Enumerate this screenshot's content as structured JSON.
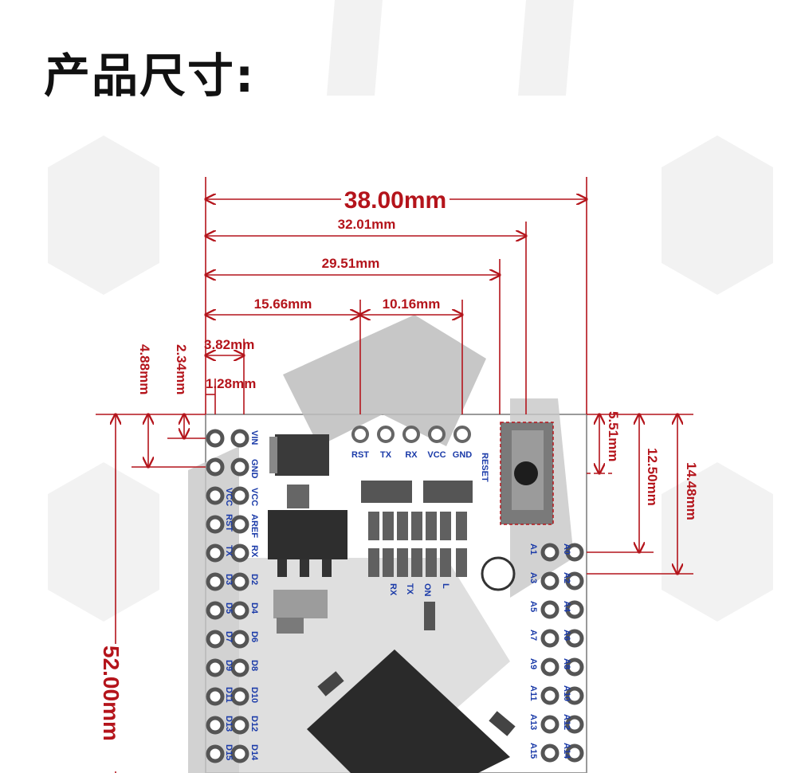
{
  "title": "产品尺寸:",
  "colors": {
    "dimension": "#b4141b",
    "pin_label": "#1a3aa8",
    "board_bg": "#ffffff",
    "chip": "#2a2a2a",
    "watermark": "#f0f0f0"
  },
  "dimensions": {
    "total_width": "38.00mm",
    "hole_span": "32.01mm",
    "reset_pos": "29.51mm",
    "header_left": "15.66mm",
    "header_span": "10.16mm",
    "pin_offset": "3.82mm",
    "hole_offset": "1.28mm",
    "left_v1": "4.88mm",
    "left_v2": "2.34mm",
    "right_v1": "5.51mm",
    "right_v2": "12.50mm",
    "right_v3": "14.48mm",
    "total_height": "52.00mm"
  },
  "top_header": [
    "RST",
    "TX",
    "RX",
    "VCC",
    "GND"
  ],
  "reset_label": "RESET",
  "left_pins": [
    [
      "VIN",
      ""
    ],
    [
      "GND",
      ""
    ],
    [
      "VCC",
      "VCC"
    ],
    [
      "AREF",
      "RST"
    ],
    [
      "RX",
      "TX"
    ],
    [
      "D2",
      "D3"
    ],
    [
      "D4",
      "D5"
    ],
    [
      "D6",
      "D7"
    ],
    [
      "D8",
      "D9"
    ],
    [
      "D10",
      "D11"
    ],
    [
      "D12",
      "D13"
    ],
    [
      "D14",
      "D15"
    ]
  ],
  "right_pins": [
    [
      "A0",
      "A1"
    ],
    [
      "A2",
      "A3"
    ],
    [
      "A4",
      "A5"
    ],
    [
      "A6",
      "A7"
    ],
    [
      "A8",
      "A9"
    ],
    [
      "A10",
      "A11"
    ],
    [
      "A12",
      "A13"
    ],
    [
      "A14",
      "A15"
    ]
  ],
  "led_labels": [
    "RX",
    "TX",
    "ON",
    "L"
  ]
}
